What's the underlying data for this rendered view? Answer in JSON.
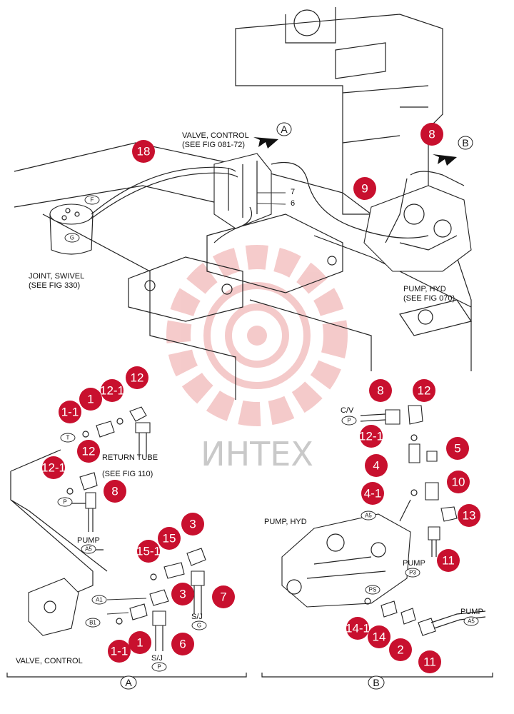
{
  "labels": {
    "valve_control_top": "VALVE, CONTROL",
    "valve_control_top_ref": "(SEE FIG 081-72)",
    "joint_swivel": "JOINT, SWIVEL",
    "joint_swivel_ref": "(SEE FIG 330)",
    "pump_hyd_top": "PUMP, HYD",
    "pump_hyd_top_ref": "(SEE FIG 070)",
    "return_tube": "RETURN TUBE",
    "return_tube_ref": "(SEE FIG 110)",
    "pump_a": "PUMP",
    "sj_a": "S/J",
    "sj_b": "S/J",
    "valve_control_bottom": "VALVE, CONTROL",
    "pump_hyd_b": "PUMP, HYD",
    "cv": "C/V",
    "pump_b_p3": "PUMP",
    "pump_b_a5": "PUMP",
    "line_7": "7",
    "line_6": "6"
  },
  "views": {
    "a": "A",
    "b": "B"
  },
  "watermark": "ИНТЕХ",
  "colors": {
    "callout": "#c8102e",
    "watermark": "#e8a0a0"
  },
  "tags": {
    "F": "F",
    "G": "G",
    "T": "T",
    "P": "P",
    "A5": "A5",
    "A1": "A1",
    "B1": "B1",
    "Gsj": "G",
    "Psj": "P",
    "Pcv": "P",
    "A5b": "A5",
    "P3": "P3",
    "PS": "PS",
    "A5c": "A5"
  },
  "callouts": {
    "c18": "18",
    "c8top": "8",
    "c9": "9",
    "c1_1a": "1-1",
    "c1a": "1",
    "c12_1a": "12-1",
    "c12a": "12",
    "c12_1b": "12-1",
    "c12b": "12",
    "c8a": "8",
    "c3a": "3",
    "c15": "15",
    "c15_1": "15-1",
    "c3b": "3",
    "c7": "7",
    "c1b": "1",
    "c1_1b": "1-1",
    "c6": "6",
    "c8b": "8",
    "c12c": "12",
    "c12_1c": "12-1",
    "c5": "5",
    "c4": "4",
    "c10": "10",
    "c4_1": "4-1",
    "c13": "13",
    "c11a": "11",
    "c14_1": "14-1",
    "c14": "14",
    "c2": "2",
    "c11b": "11"
  }
}
